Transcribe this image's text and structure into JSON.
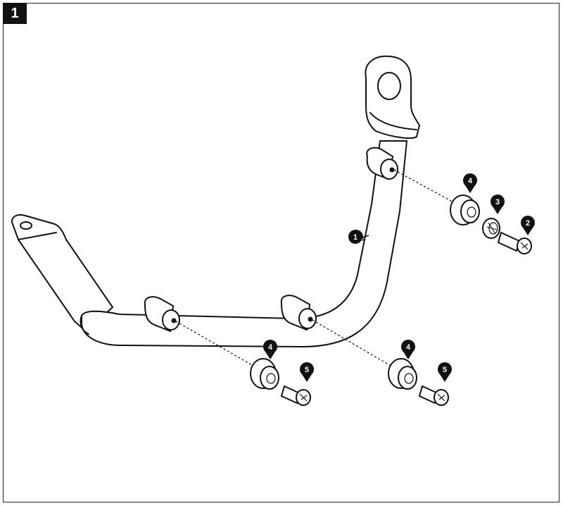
{
  "step_number": "1",
  "callouts": {
    "c1": "1",
    "c2": "2",
    "c3": "3",
    "c4a": "4",
    "c4b": "4",
    "c4c": "4",
    "c5a": "5",
    "c5b": "5"
  }
}
